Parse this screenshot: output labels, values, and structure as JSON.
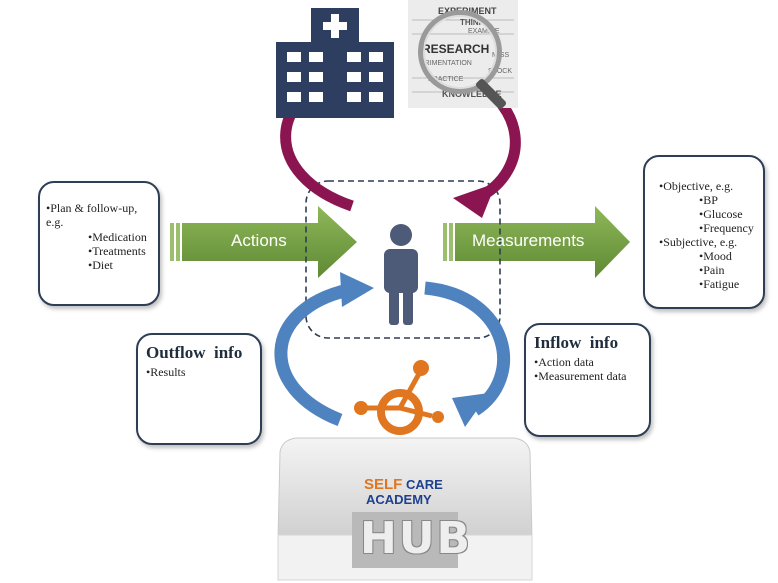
{
  "left_box": {
    "intro": "•Plan & follow-up, e.g.",
    "items": [
      "•Medication",
      "•Treatments",
      "•Diet"
    ]
  },
  "right_box": {
    "objective": "•Objective, e.g.",
    "objective_items": [
      "•BP",
      "•Glucose",
      "•Frequency"
    ],
    "subjective": "•Subjective, e.g.",
    "subjective_items": [
      "•Mood",
      "•Pain",
      "•Fatigue"
    ]
  },
  "arrows": {
    "actions": "Actions",
    "measurements": "Measurements"
  },
  "outflow": {
    "title": "Outflow  info",
    "items": [
      "•Results"
    ]
  },
  "inflow": {
    "title": "Inflow  info",
    "items": [
      "•Action data",
      "•Measurement data"
    ]
  },
  "research_words": [
    "EXPERIMENT",
    "RESEARCH",
    "KNOWLEDGE",
    "EXAMINE",
    "STOCK",
    "THINK",
    "ERIMENTATION",
    "MISS",
    "PRACTICE"
  ],
  "hub": {
    "brand_self": "SELF",
    "brand_care": "CARE",
    "brand_academy": "ACADEMY",
    "label": "HUB"
  },
  "colors": {
    "green_arrow": "#78a043",
    "purple_arrow": "#8b1550",
    "blue_arrow": "#4f83c0",
    "person": "#4d5a78",
    "hospital": "#2d3e60",
    "hub_node": "#e0761f",
    "box_border": "#2d3e55"
  }
}
